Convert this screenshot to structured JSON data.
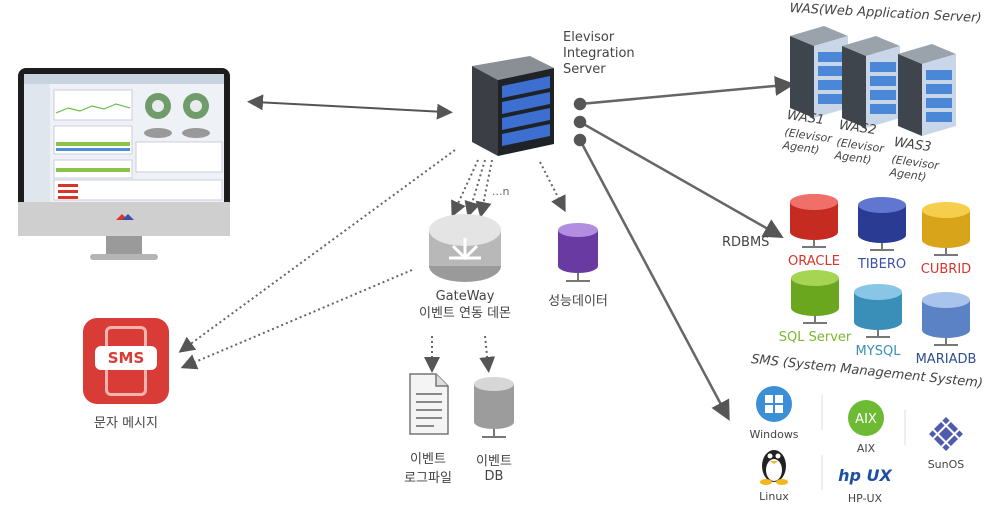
{
  "server": {
    "line1": "Elevisor",
    "line2": "Integration",
    "line3": "Server"
  },
  "was": {
    "title": "WAS(Web Application Server)",
    "nodes": [
      {
        "name": "WAS1",
        "agent1": "(Elevisor",
        "agent2": "Agent)"
      },
      {
        "name": "WAS2",
        "agent1": "(Elevisor",
        "agent2": "Agent)"
      },
      {
        "name": "WAS3",
        "agent1": "(Elevisor",
        "agent2": "Agent)"
      }
    ]
  },
  "rdbms": {
    "label": "RDBMS",
    "items": [
      {
        "name": "ORACLE",
        "color": "#d9342b"
      },
      {
        "name": "TIBERO",
        "color": "#3a4fa8"
      },
      {
        "name": "CUBRID",
        "color": "#d9342b"
      },
      {
        "name": "SQL Server",
        "color": "#7cb82f"
      },
      {
        "name": "MYSQL",
        "color": "#3a8fb8"
      },
      {
        "name": "MARIADB",
        "color": "#2f4f8f"
      }
    ]
  },
  "sms_system": {
    "title": "SMS (System Management System)",
    "os": [
      "Windows",
      "AIX",
      "SunOS",
      "Linux",
      "HP-UX"
    ],
    "hp_logo_text": "hp UX"
  },
  "gateway": {
    "line1": "GateWay",
    "line2": "이벤트 연동 데몬",
    "n_label": "...n"
  },
  "perf_data": {
    "label": "성능데이터"
  },
  "event_log": {
    "line1": "이벤트",
    "line2": "로그파일"
  },
  "event_db": {
    "line1": "이벤트",
    "line2": "DB"
  },
  "sms_message": {
    "label": "문자 메시지",
    "icon_text": "SMS"
  }
}
